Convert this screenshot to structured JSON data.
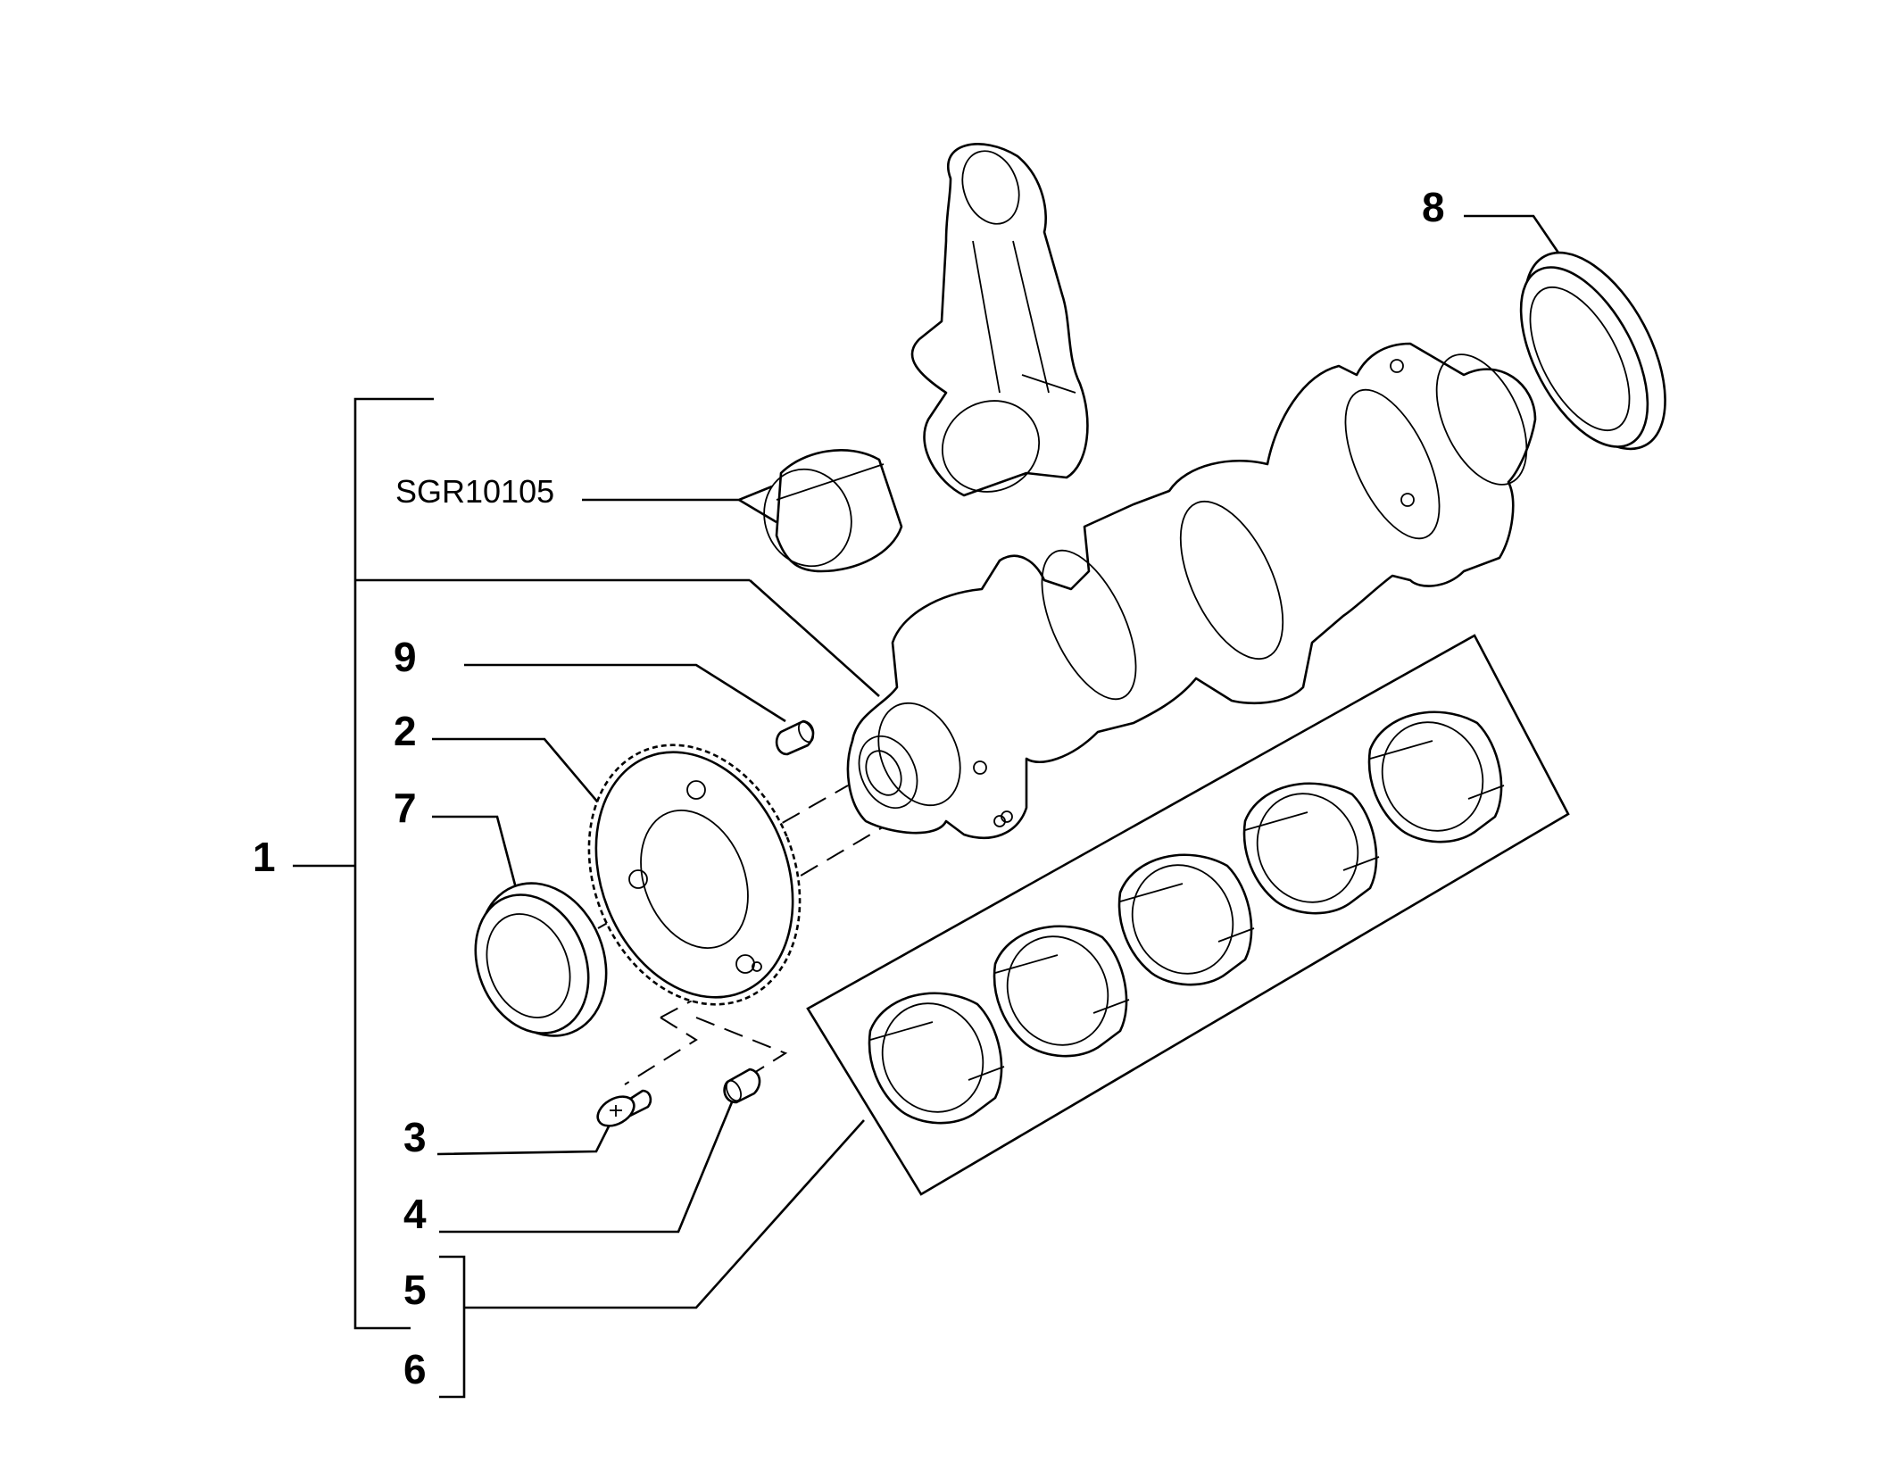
{
  "callouts": {
    "c1": "1",
    "c2": "2",
    "c3": "3",
    "c4": "4",
    "c5": "5",
    "c6": "6",
    "c7": "7",
    "c8": "8",
    "c9": "9"
  },
  "ref_code": "SGR10105"
}
